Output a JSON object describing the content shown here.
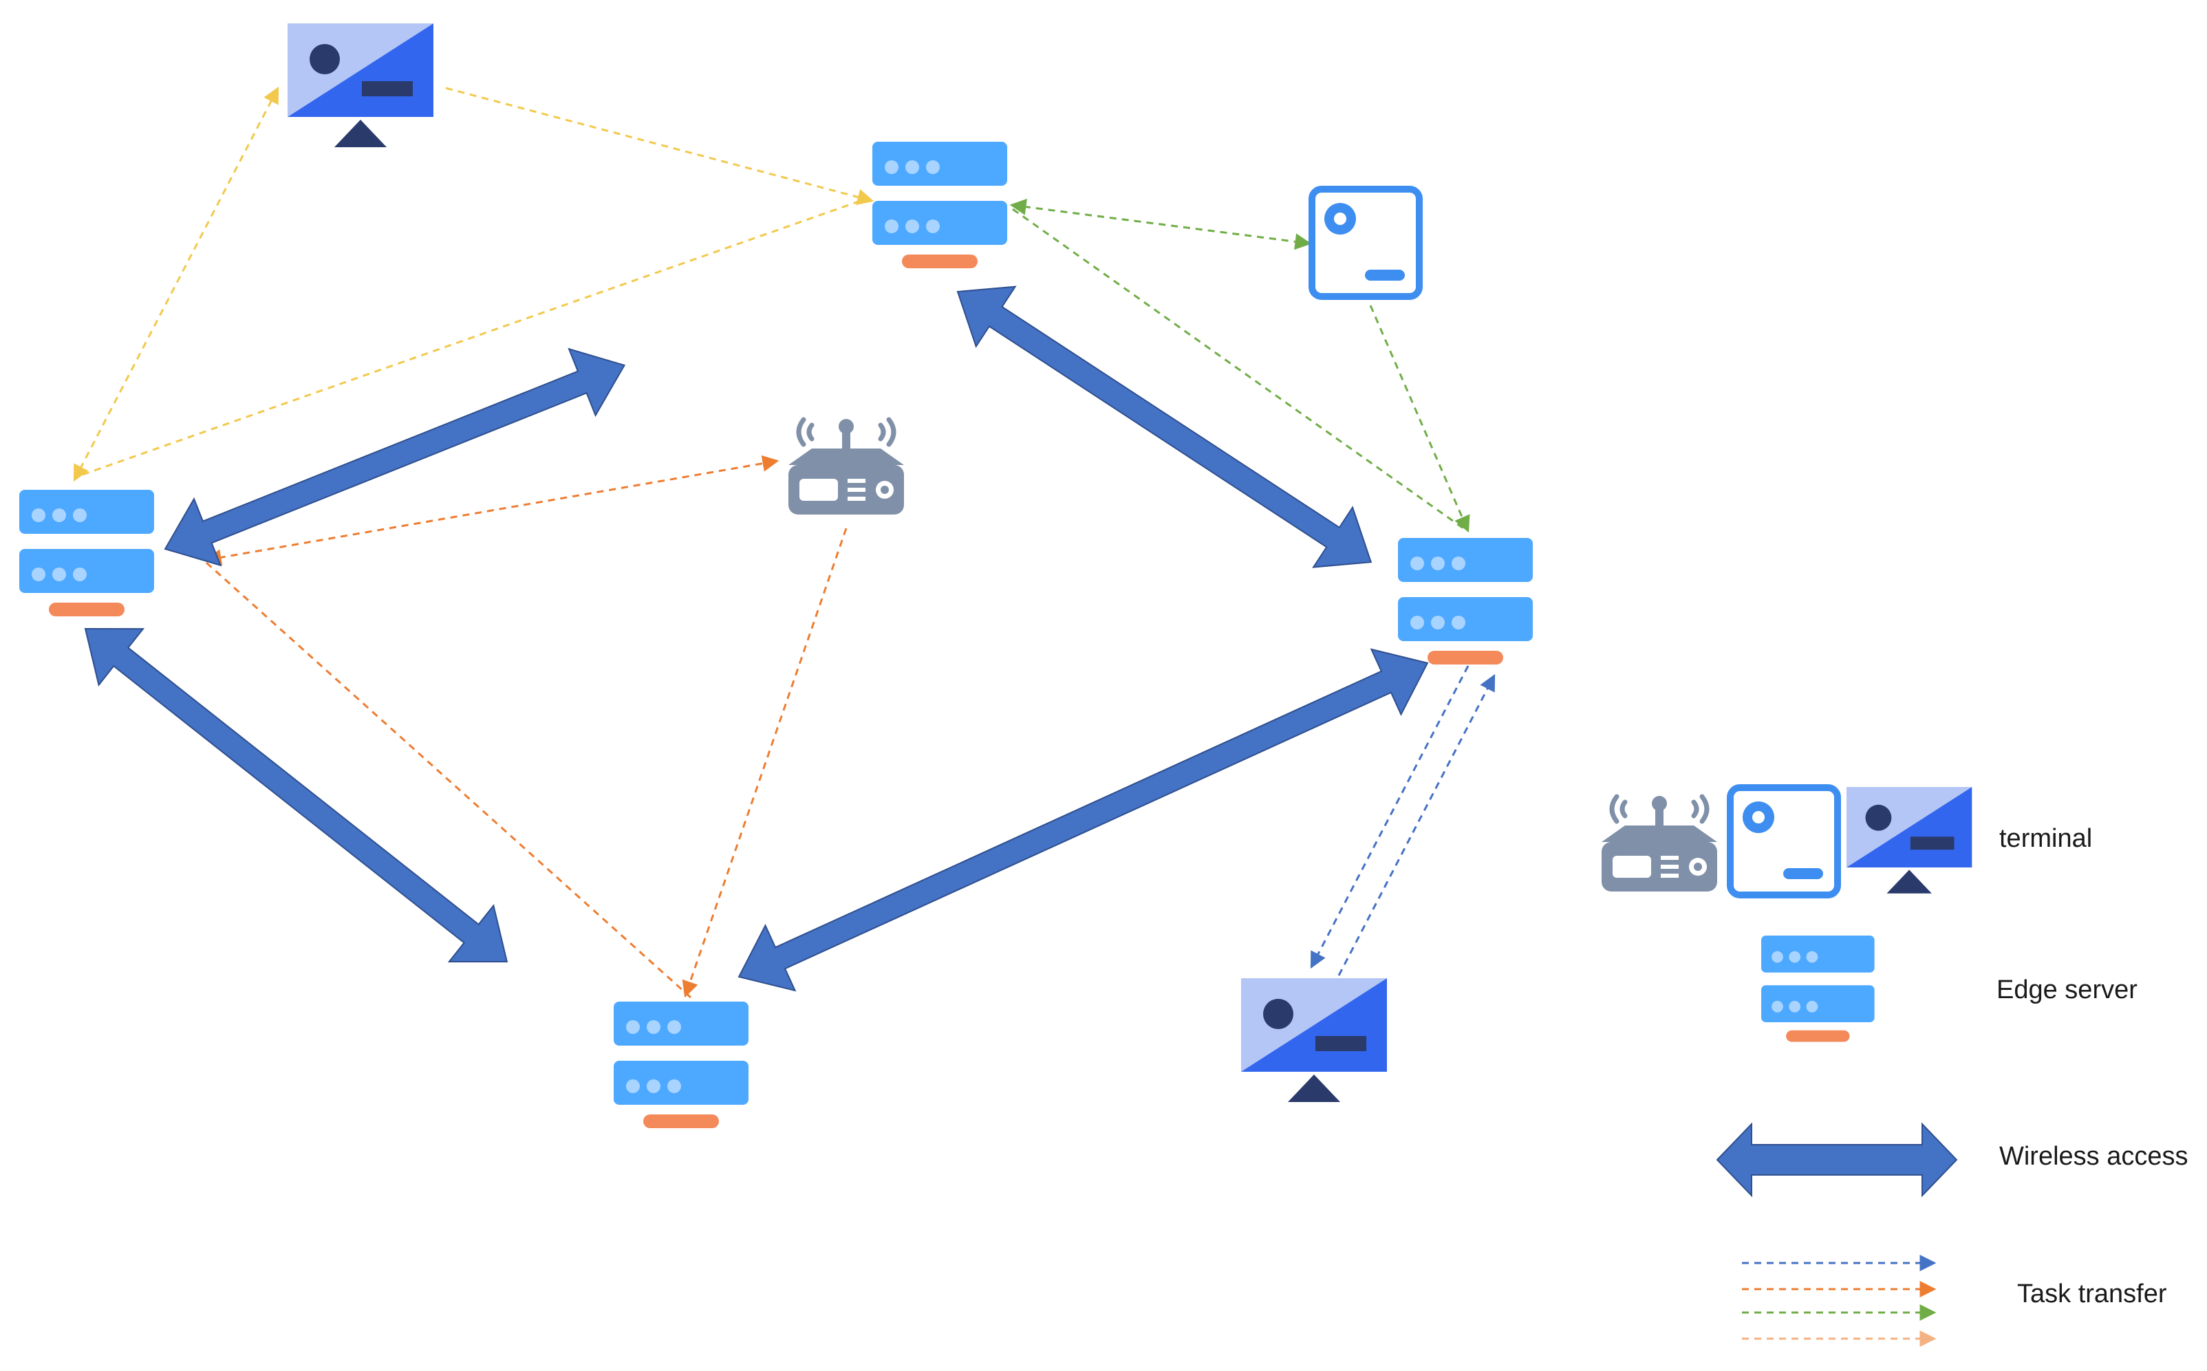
{
  "legend": {
    "terminal_label": "terminal",
    "edge_server_label": "Edge server",
    "wireless_access_label": "Wireless access",
    "task_transfer_label": "Task transfer"
  },
  "colors": {
    "server_blue": "#4da8ff",
    "server_dot": "#a9d4ff",
    "server_base": "#f4895a",
    "wireless_arrow": "#4472c4",
    "wireless_arrow_edge": "#2f4f8f",
    "monitor_light": "#b4c6f5",
    "monitor_dark": "#3366ee",
    "monitor_detail": "#2a3a6a",
    "box_blue": "#3d8ef0",
    "router_gray": "#8090a8",
    "task_blue": "#4472c4",
    "task_orange": "#ed7d31",
    "task_green": "#70ad47",
    "task_yellow": "#f2c94c",
    "task_peach": "#f4b183"
  },
  "icons": {
    "terminal": [
      "router-icon",
      "storage-box-icon",
      "monitor-icon"
    ],
    "edge_server": "server-icon"
  }
}
